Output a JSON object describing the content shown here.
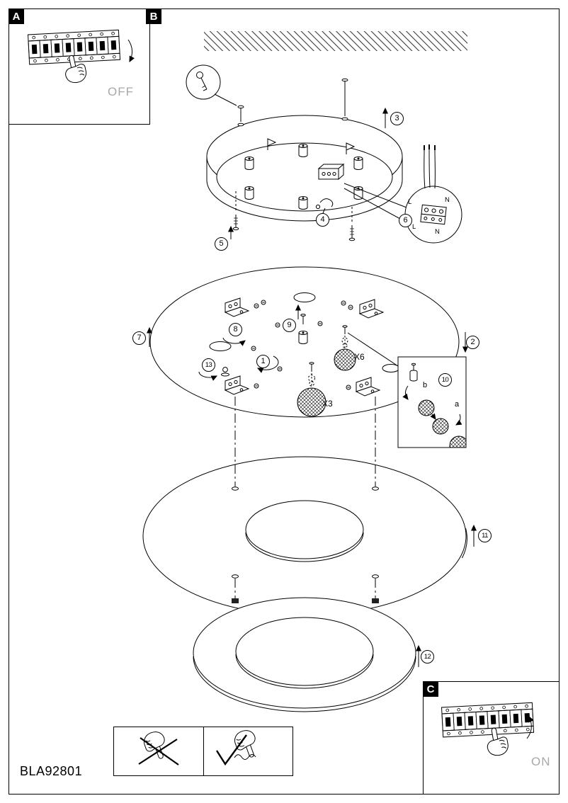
{
  "document": {
    "model": "BLA92801"
  },
  "sections": {
    "a": {
      "label": "A",
      "state": "OFF"
    },
    "b": {
      "label": "B"
    },
    "c": {
      "label": "C",
      "state": "ON"
    }
  },
  "steps": {
    "s1": "1",
    "s2": "2",
    "s3": "3",
    "s4": "4",
    "s5": "5",
    "s6": "6",
    "s7": "7",
    "s8": "8",
    "s9": "9",
    "s10": "10",
    "s11": "11",
    "s12": "12",
    "s13": "13"
  },
  "quantities": {
    "small_shade": "X6",
    "large_shade": "X3"
  },
  "wiring": {
    "live_top": "L",
    "neutral_top": "N",
    "live_bottom": "L",
    "neutral_bottom": "N"
  },
  "detail": {
    "sub_a": "a",
    "sub_b": "b"
  }
}
